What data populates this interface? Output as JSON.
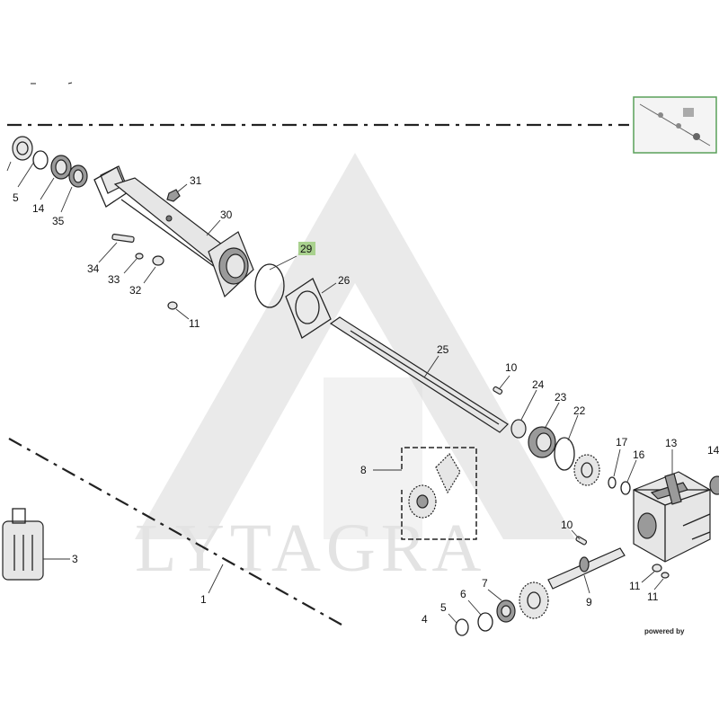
{
  "watermark": {
    "text": "LYTAGRA"
  },
  "footer": {
    "powered_by": "powered by"
  },
  "highlight_color": "#a9d18e",
  "callouts": [
    {
      "id": "c5a",
      "text": "5"
    },
    {
      "id": "c14a",
      "text": "14"
    },
    {
      "id": "c35",
      "text": "35"
    },
    {
      "id": "c31",
      "text": "31"
    },
    {
      "id": "c30",
      "text": "30"
    },
    {
      "id": "c34",
      "text": "34"
    },
    {
      "id": "c33",
      "text": "33"
    },
    {
      "id": "c32",
      "text": "32"
    },
    {
      "id": "c11a",
      "text": "11"
    },
    {
      "id": "c29",
      "text": "29"
    },
    {
      "id": "c26",
      "text": "26"
    },
    {
      "id": "c25",
      "text": "25"
    },
    {
      "id": "c10a",
      "text": "10"
    },
    {
      "id": "c24",
      "text": "24"
    },
    {
      "id": "c23",
      "text": "23"
    },
    {
      "id": "c22",
      "text": "22"
    },
    {
      "id": "c17",
      "text": "17"
    },
    {
      "id": "c16",
      "text": "16"
    },
    {
      "id": "c13",
      "text": "13"
    },
    {
      "id": "c14b",
      "text": "14"
    },
    {
      "id": "c8",
      "text": "8"
    },
    {
      "id": "c3",
      "text": "3"
    },
    {
      "id": "c1",
      "text": "1"
    },
    {
      "id": "c10b",
      "text": "10"
    },
    {
      "id": "c9",
      "text": "9"
    },
    {
      "id": "c11b",
      "text": "11"
    },
    {
      "id": "c11c",
      "text": "11"
    },
    {
      "id": "c7",
      "text": "7"
    },
    {
      "id": "c6",
      "text": "6"
    },
    {
      "id": "c5b",
      "text": "5"
    },
    {
      "id": "c4",
      "text": "4"
    }
  ]
}
